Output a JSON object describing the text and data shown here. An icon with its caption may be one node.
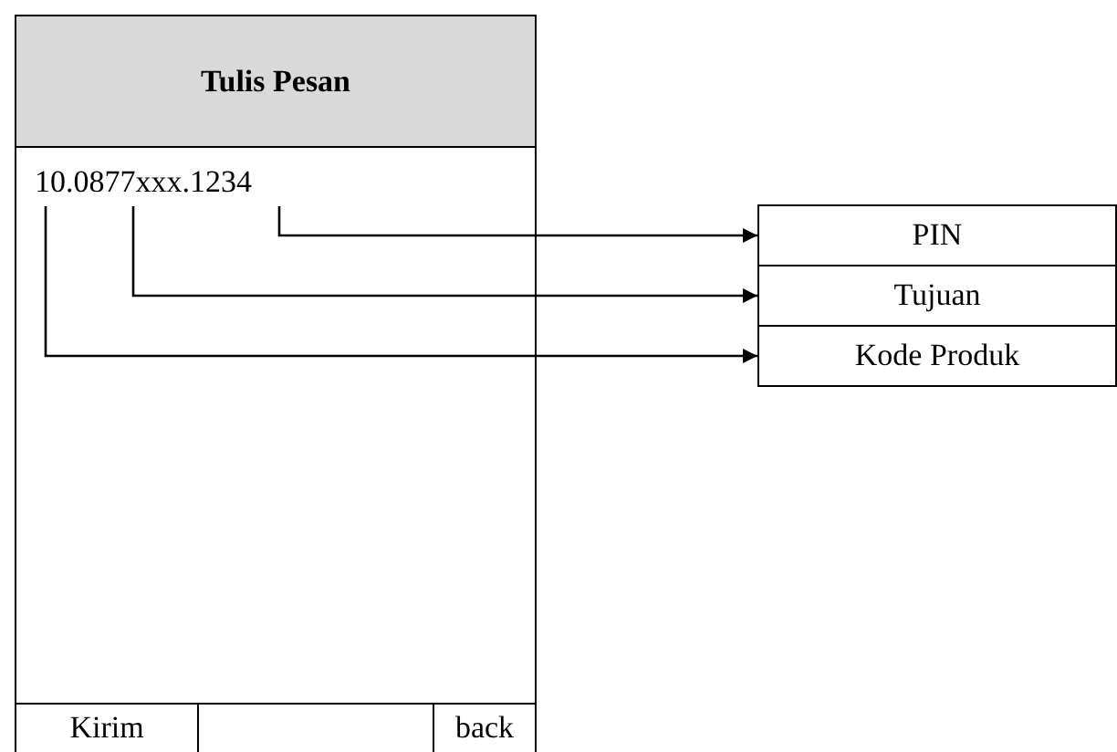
{
  "diagram": {
    "nodes": [
      {
        "text": [],
        "shape": "box"
      },
      {
        "text": [
          "Tulis Pesan"
        ],
        "in": 0
      },
      {
        "text": [
          "10.0877xxx.1234"
        ],
        "in": 0
      },
      {
        "text": [
          "PIN"
        ]
      },
      {
        "text": [
          "Tujuan"
        ]
      },
      {
        "text": [
          "Kode Produk"
        ]
      },
      {
        "text": [
          "Kirim"
        ],
        "in": 0
      },
      {
        "text": [],
        "shape": "box",
        "in": 0
      },
      {
        "text": [
          "back"
        ],
        "in": 0
      }
    ],
    "edges": [
      {
        "from": 2,
        "to": 3,
        "arrow": "to"
      },
      {
        "from": 2,
        "to": 4,
        "arrow": "to"
      },
      {
        "from": 2,
        "to": 5,
        "arrow": "to"
      }
    ]
  }
}
